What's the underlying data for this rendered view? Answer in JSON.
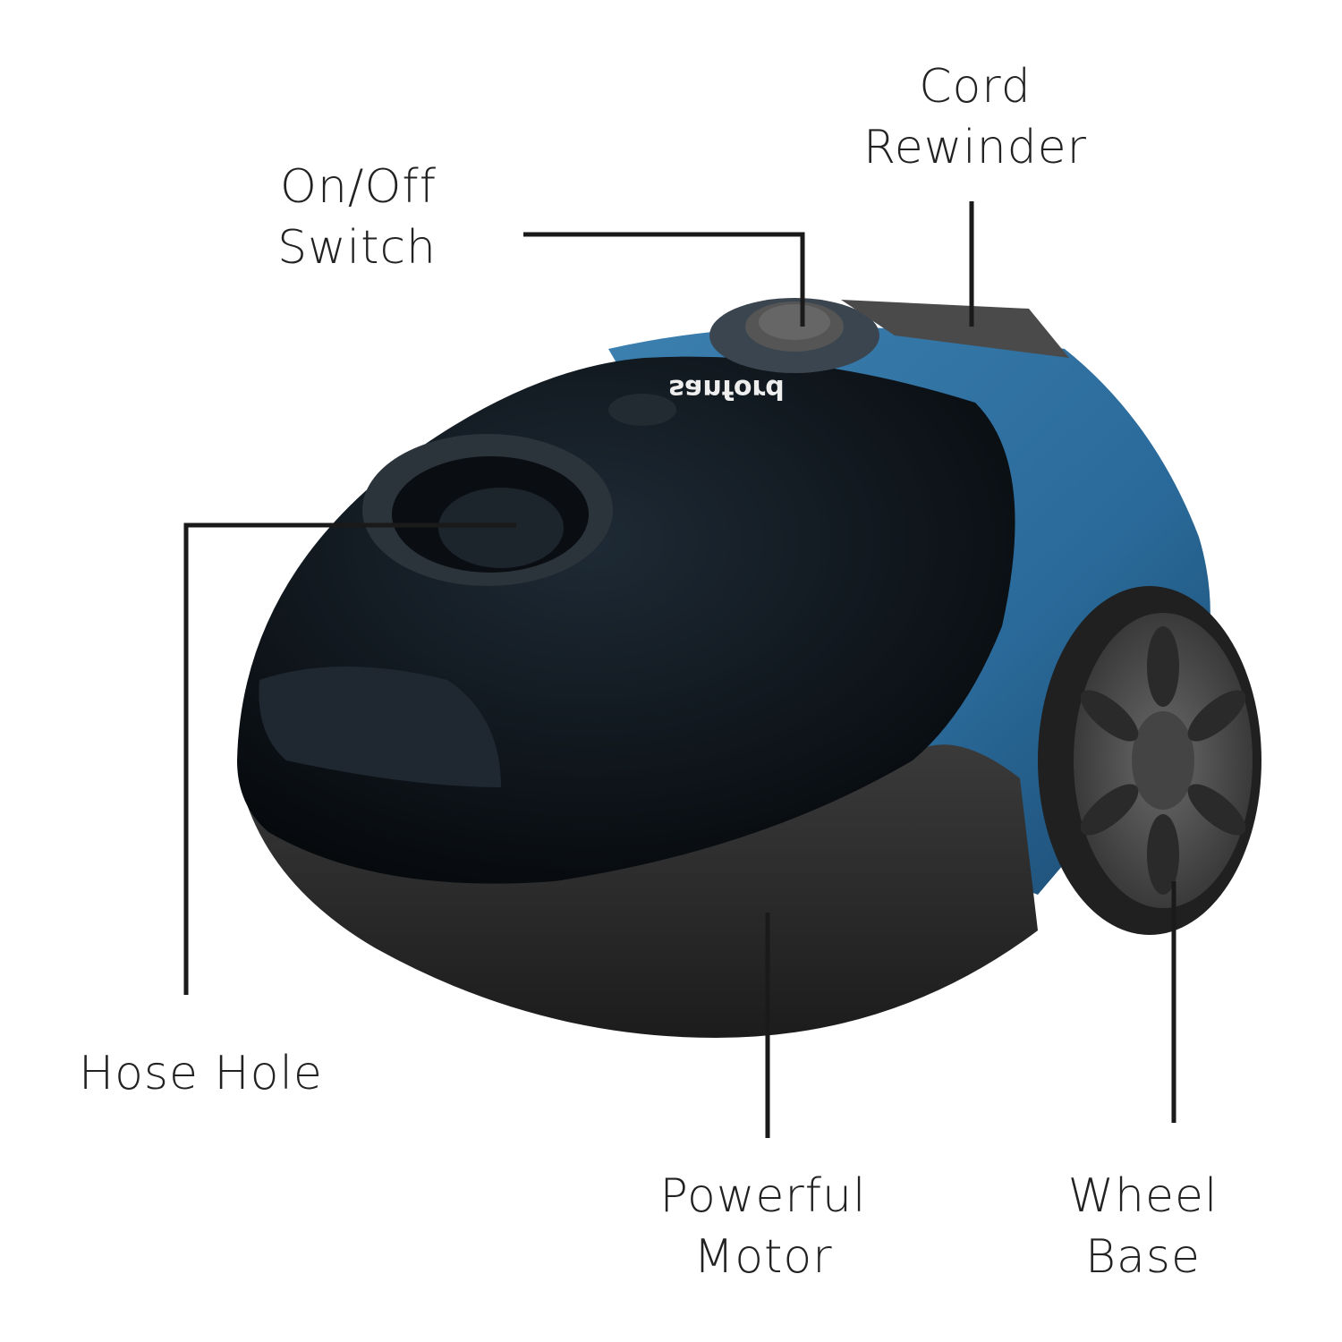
{
  "product": {
    "brand_logo": "sanford",
    "colors": {
      "body_blue": "#2a6a9a",
      "cover_black": "#0d1217",
      "base_gray": "#2b2b2b",
      "line": "#1a1a1a"
    }
  },
  "callouts": {
    "cord_rewinder": {
      "line1": "Cord",
      "line2": "Rewinder"
    },
    "on_off_switch": {
      "line1": "On/Off",
      "line2": "Switch"
    },
    "hose_hole": {
      "line1": "Hose Hole"
    },
    "powerful_motor": {
      "line1": "Powerful",
      "line2": "Motor"
    },
    "wheel_base": {
      "line1": "Wheel",
      "line2": "Base"
    }
  }
}
